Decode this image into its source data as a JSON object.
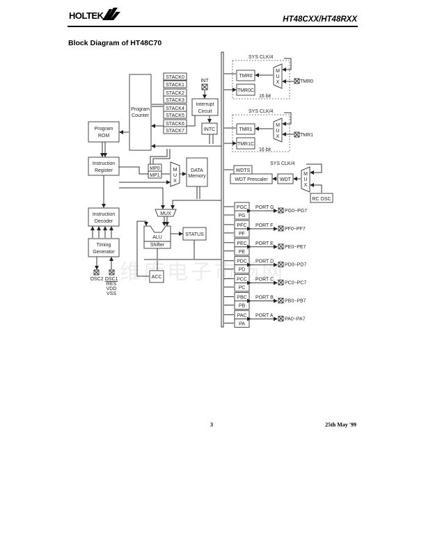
{
  "header": {
    "logo": "HOLTEK",
    "doc_title": "HT48CXX/HT48RXX"
  },
  "heading": "Block Diagram of HT48C70",
  "diagram": {
    "program_counter": [
      "Program",
      "Counter"
    ],
    "stack": [
      "STACK0",
      "STACK1",
      "STACK2",
      "STACK3",
      "STACK4",
      "STACK5",
      "STACK6",
      "STACK7"
    ],
    "int_pin": "INT",
    "interrupt_circuit": [
      "Interrupt",
      "Circuit"
    ],
    "intc": "INTC",
    "program_rom": [
      "Program",
      "ROM"
    ],
    "instruction_register": [
      "Instruction",
      "Register"
    ],
    "mp": [
      "MP0",
      "MP1"
    ],
    "mux_letters": [
      "M",
      "U",
      "X"
    ],
    "data_memory": [
      "DATA",
      "Memory"
    ],
    "instruction_decoder": [
      "Instruction",
      "Decoder"
    ],
    "timing_generator": [
      "Timing",
      "Generator"
    ],
    "osc2": "OSC2",
    "osc1_pins": [
      "OSC1",
      "RES",
      "VDD",
      "VSS"
    ],
    "alu_mux": "MUX",
    "alu": "ALU",
    "shifter": "Shifter",
    "status": "STATUS",
    "acc": "ACC",
    "timer0": {
      "clk": "SYS CLK/4",
      "reg": "TMR0",
      "ctrl": "TMR0C",
      "width": "16 bit",
      "pin": "TMR0"
    },
    "timer1": {
      "clk": "SYS CLK/4",
      "reg": "TMR1",
      "ctrl": "TMR1C",
      "width": "16 bit",
      "pin": "TMR1"
    },
    "wdt": {
      "clk": "SYS CLK/4",
      "wdts": "WDTS",
      "prescaler": "WDT Prescaler",
      "wdt": "WDT",
      "rc_osc": "RC OSC"
    },
    "ports": [
      {
        "ctrl": "PGC",
        "reg": "PG",
        "name": "PORT G",
        "pins": "PG0~PG7"
      },
      {
        "ctrl": "PFC",
        "reg": "PF",
        "name": "PORT F",
        "pins": "PF0~PF7"
      },
      {
        "ctrl": "PEC",
        "reg": "PE",
        "name": "PORT E",
        "pins": "PE0~PE7"
      },
      {
        "ctrl": "PDC",
        "reg": "PD",
        "name": "PORT D",
        "pins": "PD0~PD7"
      },
      {
        "ctrl": "PCC",
        "reg": "PC",
        "name": "PORT C",
        "pins": "PC0~PC7"
      },
      {
        "ctrl": "PBC",
        "reg": "PB",
        "name": "PORT B",
        "pins": "PB0~PB7"
      },
      {
        "ctrl": "PAC",
        "reg": "PA",
        "name": "PORT A",
        "pins": "PA0~PA7"
      }
    ]
  },
  "watermark": "维库电子市场网",
  "footer": {
    "page": "3",
    "date": "25th May '99"
  }
}
